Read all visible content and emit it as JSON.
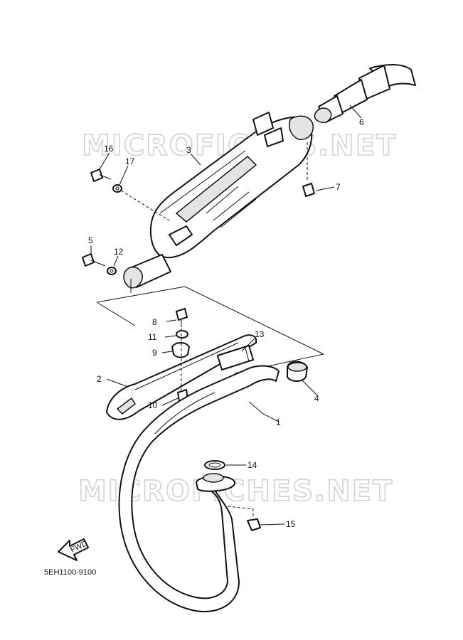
{
  "watermarks": [
    "MICROFICHES.NET",
    "MICROFICHES.NET"
  ],
  "callouts": {
    "c1": "1",
    "c2": "2",
    "c3": "3",
    "c4": "4",
    "c5": "5",
    "c6": "6",
    "c7": "7",
    "c8": "8",
    "c9": "9",
    "c10": "10",
    "c11": "11",
    "c12": "12",
    "c13": "13",
    "c14": "14",
    "c15": "15",
    "c16": "16",
    "c17": "17"
  },
  "fwd_label": "FWD",
  "diagram_code": "5EH1100-9100"
}
